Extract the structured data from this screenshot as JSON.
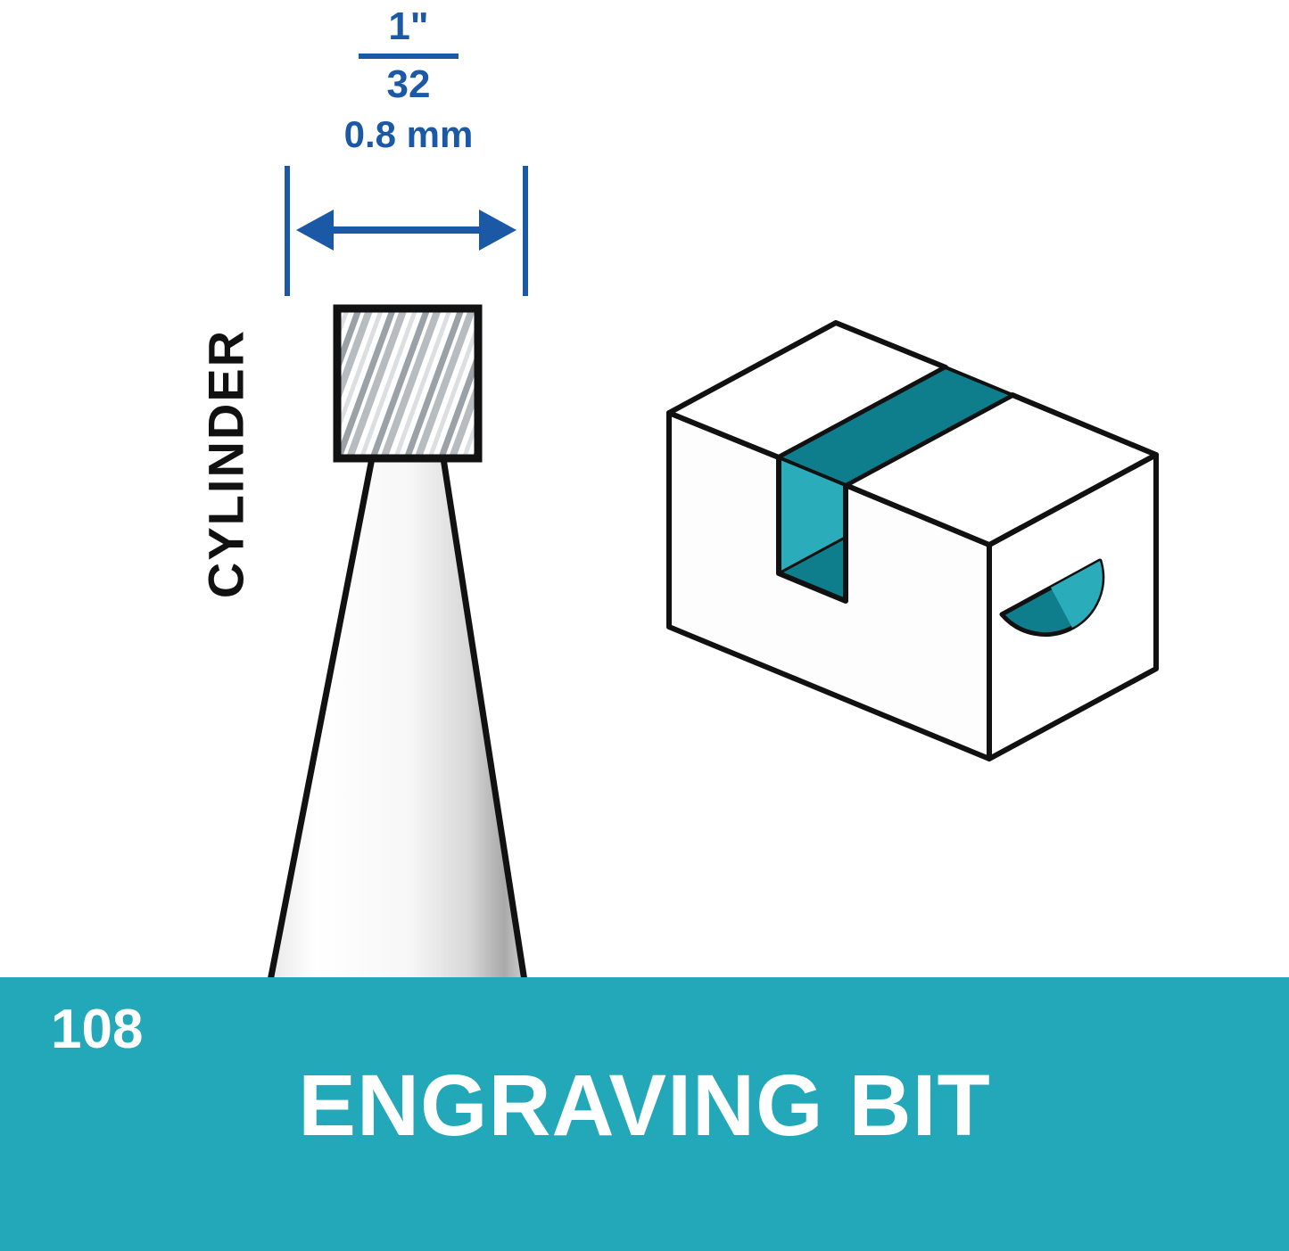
{
  "diagram": {
    "dimension": {
      "numerator": "1\"",
      "denominator": "32",
      "metric": "0.8 mm"
    },
    "shape_label": "CYLINDER",
    "illustrations": {
      "bit": "engraving-bit-with-cylinder-head",
      "sample": "engraved-block-with-slot-and-half-round-notch"
    }
  },
  "banner": {
    "model_number": "108",
    "product_name": "ENGRAVING BIT"
  },
  "colors": {
    "dimension_blue": "#1b58a5",
    "banner_teal": "#22a8b8",
    "slot_teal_light": "#2aacba",
    "slot_teal_dark": "#0f7e8c",
    "outline_black": "#111111"
  }
}
